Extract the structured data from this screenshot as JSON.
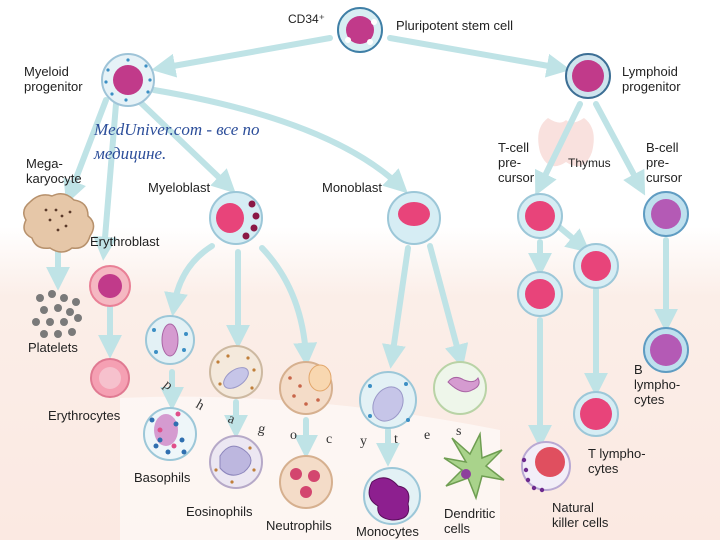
{
  "labels": {
    "cd34": "CD34⁺",
    "stem": "Pluripotent stem cell",
    "myeloid": "Myeloid\nprogenitor",
    "lymphoid": "Lymphoid\nprogenitor",
    "watermark": "MedUniver.com - все по\nмедицине.",
    "megakaryocyte": "Mega-\nkaryocyte",
    "erythroblast": "Erythroblast",
    "myeloblast": "Myeloblast",
    "monoblast": "Monoblast",
    "tcell_precursor": "T-cell\npre-\ncursor",
    "thymus": "Thymus",
    "bcell_precursor": "B-cell\npre-\ncursor",
    "platelets": "Platelets",
    "erythrocytes": "Erythrocytes",
    "basophils": "Basophils",
    "eosinophils": "Eosinophils",
    "neutrophils": "Neutrophils",
    "monocytes": "Monocytes",
    "dendritic": "Dendritic\ncells",
    "nk": "Natural\nkiller cells",
    "t_lymph": "T lympho-\ncytes",
    "b_lymph": "B\nlympho-\ncytes"
  },
  "phagocytes_letters": [
    "p",
    "h",
    "a",
    "g",
    "o",
    "c",
    "y",
    "t",
    "e",
    "s"
  ],
  "colors": {
    "arrow": "#bfe3e6",
    "nucleus": "#c13a8a",
    "red_nucleus": "#e8447a",
    "b_nucleus": "#b45ab5",
    "background_band": "#fbeee8"
  }
}
